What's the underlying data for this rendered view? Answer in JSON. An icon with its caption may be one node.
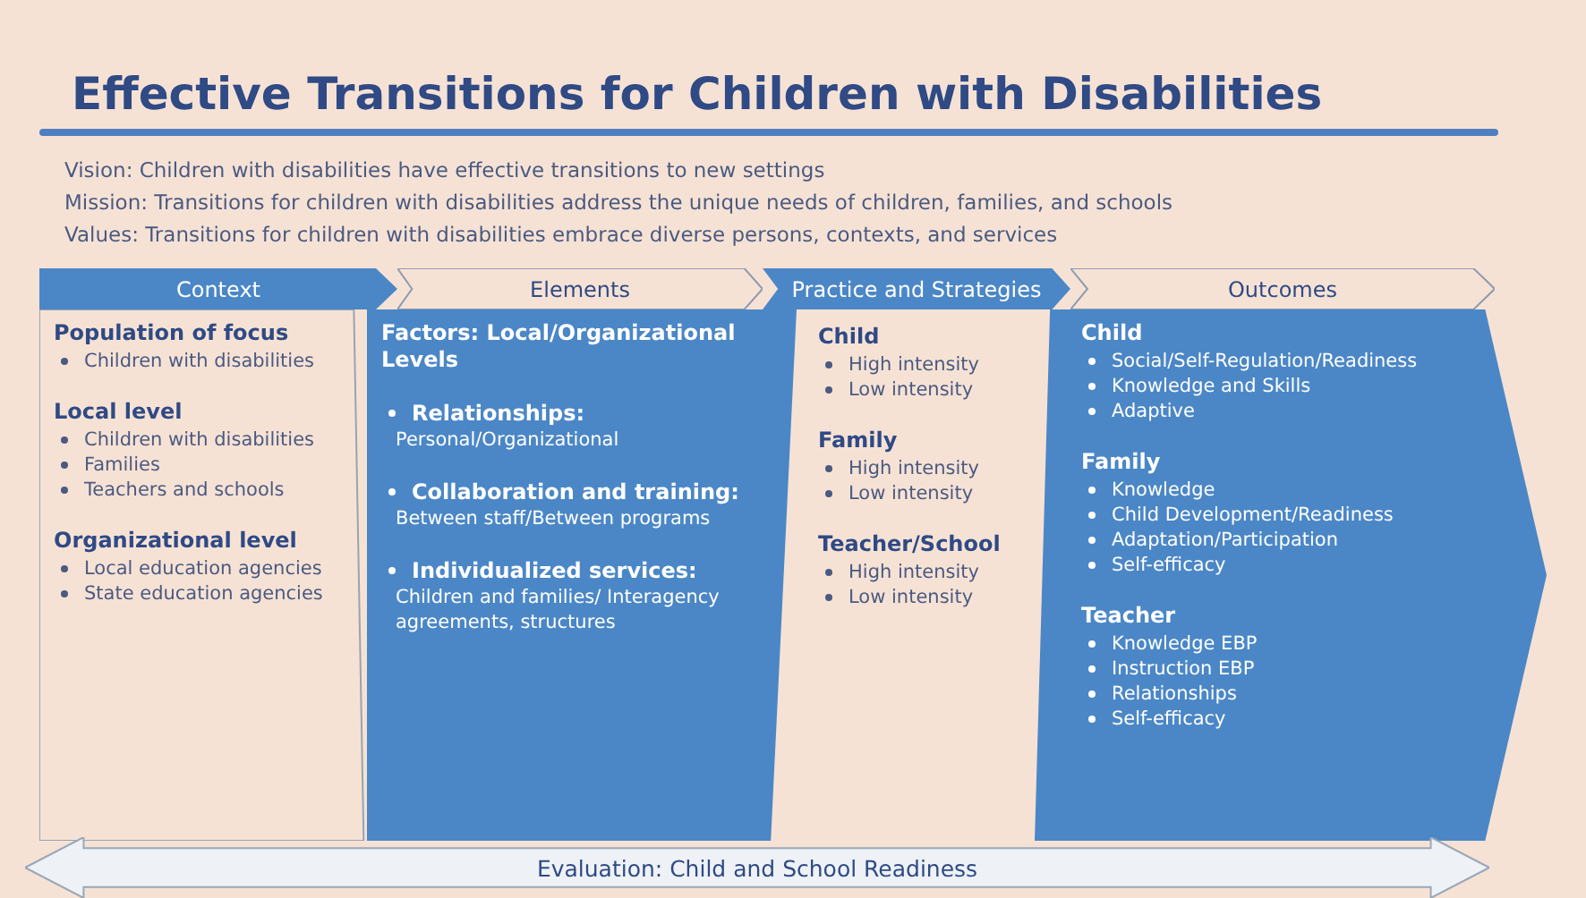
{
  "diagram": {
    "title": "Effective Transitions for Children with Disabilities",
    "nodes": [
      {
        "text": [
          "Context"
        ]
      },
      {
        "text": [
          "Elements"
        ]
      },
      {
        "text": [
          "Practice and Strategies"
        ]
      },
      {
        "text": [
          "Outcomes"
        ]
      },
      {
        "text": [
          "Population of focus",
          "Children with disabilities",
          "Local level",
          "Children with disabilities",
          "Families",
          "Teachers and schools",
          "Organizational level",
          "Local education agencies",
          "State education agencies"
        ]
      },
      {
        "text": [
          "Factors: Local/Organizational Levels",
          "Relationships:",
          "Personal/Organizational",
          "Collaboration and training:",
          "Between staff/Between programs",
          "Individualized services:",
          "Children and families/ Interagency agreements, structures"
        ]
      },
      {
        "text": [
          "Child",
          "High intensity",
          "Low intensity",
          "Family",
          "High intensity",
          "Low intensity",
          "Teacher/School",
          "High intensity",
          "Low intensity"
        ]
      },
      {
        "text": [
          "Child",
          "Social/Self-Regulation/Readiness",
          "Knowledge and Skills",
          "Adaptive",
          "Family",
          "Knowledge",
          "Child Development/Readiness",
          "Adaptation/Participation",
          "Self-efficacy",
          "Teacher",
          "Knowledge EBP",
          "Instruction EBP",
          "Relationships",
          "Self-efficacy"
        ]
      },
      {
        "text": [
          "Evaluation: Child and School Readiness"
        ]
      }
    ],
    "labels": [
      "Vision: Children with disabilities have effective transitions to new settings",
      "Mission: Transitions for children with disabilities address the unique needs of children, families, and schools",
      "Values: Transitions for children with disabilities embrace diverse persons, contexts, and services"
    ]
  }
}
